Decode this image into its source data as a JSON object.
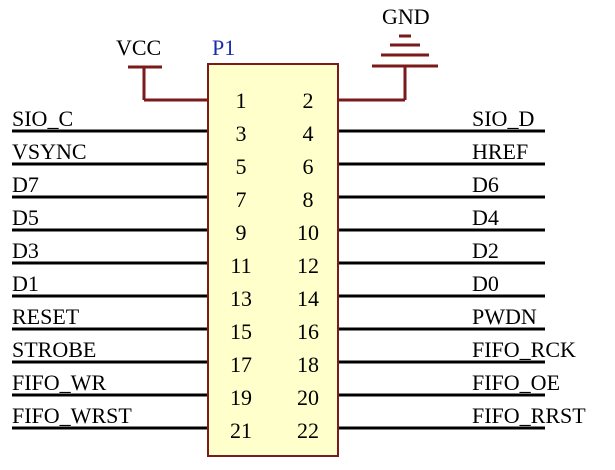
{
  "component": {
    "designator": "P1",
    "body_fill": "#ffffcc",
    "body_stroke": "#7a1a1a"
  },
  "power": {
    "vcc_label": "VCC",
    "gnd_label": "GND",
    "power_color": "#7a1a1a"
  },
  "colors": {
    "wire": "#000000",
    "text": "#000000",
    "designator": "#1a2bb0"
  },
  "pin_numbers": {
    "left": [
      "1",
      "3",
      "5",
      "7",
      "9",
      "11",
      "13",
      "15",
      "17",
      "19",
      "21"
    ],
    "right": [
      "2",
      "4",
      "6",
      "8",
      "10",
      "12",
      "14",
      "16",
      "18",
      "20",
      "22"
    ]
  },
  "nets": {
    "left": [
      "SIO_C",
      "VSYNC",
      "D7",
      "D5",
      "D3",
      "D1",
      "RESET",
      "STROBE",
      "FIFO_WR",
      "FIFO_WRST"
    ],
    "right": [
      "SIO_D",
      "HREF",
      "D6",
      "D4",
      "D2",
      "D0",
      "PWDN",
      "FIFO_RCK",
      "FIFO_OE",
      "FIFO_RRST"
    ]
  }
}
